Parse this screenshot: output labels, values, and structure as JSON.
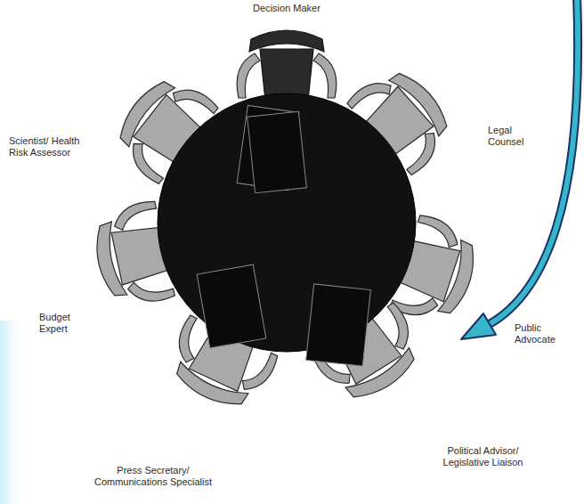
{
  "diagram": {
    "labels": [
      "Decision Maker",
      "Scientist/ Health Risk Assessor",
      "Legal Counsel",
      "Budget Expert",
      "Public Advocate",
      "Press Secretary/ Communications Specialist",
      "Political Advisor/ Legislative Liaison"
    ]
  }
}
